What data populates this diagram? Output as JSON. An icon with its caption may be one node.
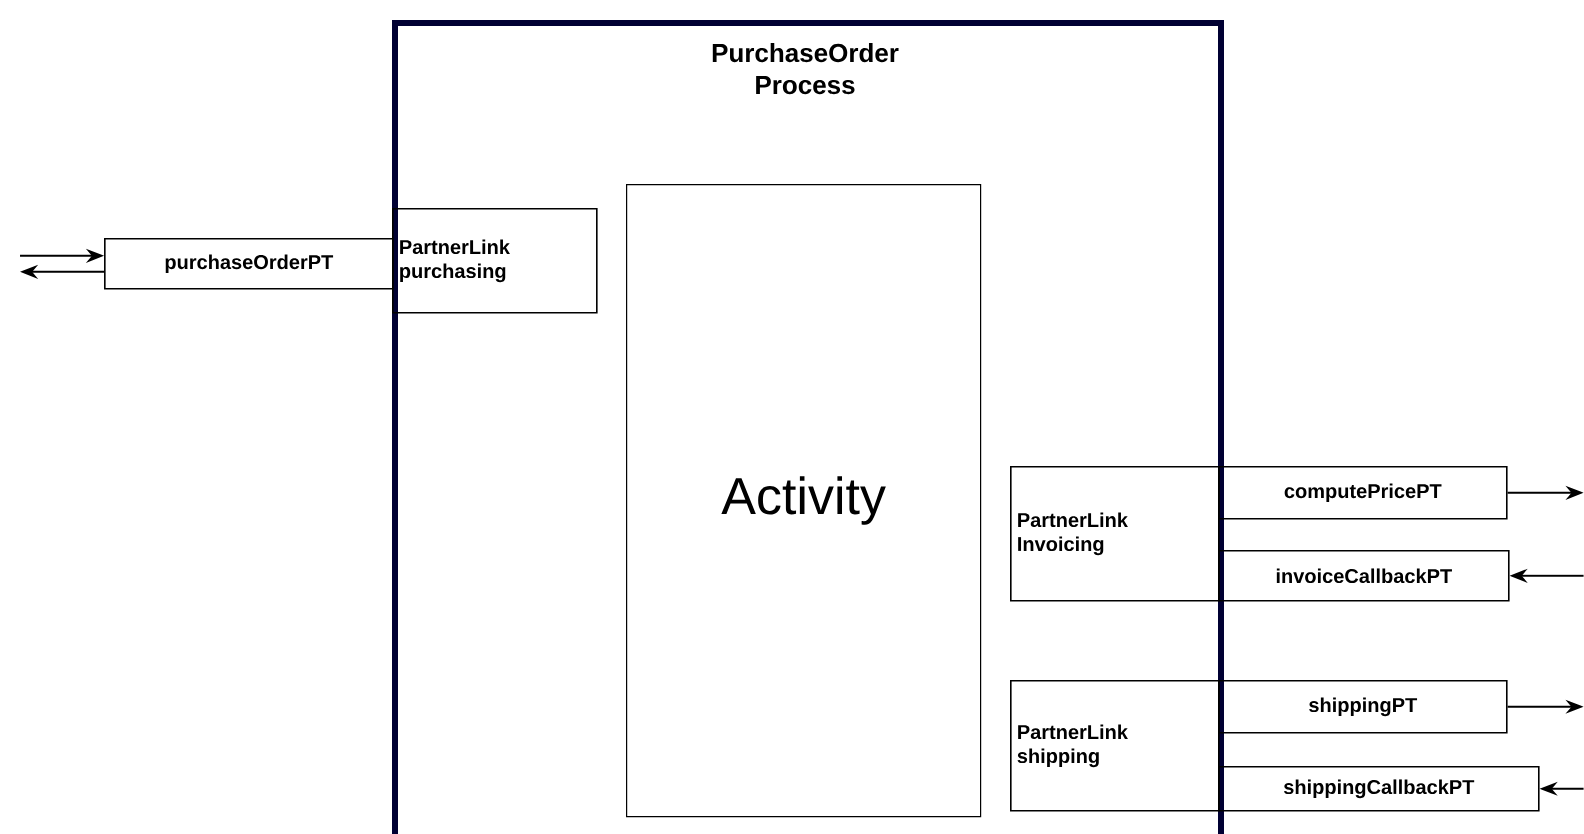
{
  "diagram": {
    "nodes": [
      {
        "text": [
          "PurchaseOrder Process"
        ]
      },
      {
        "text": [
          "Activity"
        ],
        "in": 0
      },
      {
        "text": [
          "PartnerLink purchasing"
        ],
        "in": 0
      },
      {
        "text": [
          "purchaseOrderPT"
        ]
      },
      {
        "text": [
          "PartnerLink Invoicing"
        ],
        "in": 0
      },
      {
        "text": [
          "computePricePT"
        ]
      },
      {
        "text": [
          "invoiceCallbackPT"
        ]
      },
      {
        "text": [
          "PartnerLink shipping"
        ],
        "in": 0
      },
      {
        "text": [
          "shippingPT"
        ]
      },
      {
        "text": [
          "shippingCallbackPT"
        ]
      }
    ],
    "edges": [
      {
        "from": null,
        "to": 3,
        "arrow": "to"
      },
      {
        "from": 3,
        "to": null,
        "arrow": "to"
      },
      {
        "from": 5,
        "to": null,
        "arrow": "to"
      },
      {
        "from": null,
        "to": 6,
        "arrow": "to"
      },
      {
        "from": 8,
        "to": null,
        "arrow": "to"
      },
      {
        "from": null,
        "to": 9,
        "arrow": "to"
      }
    ]
  }
}
